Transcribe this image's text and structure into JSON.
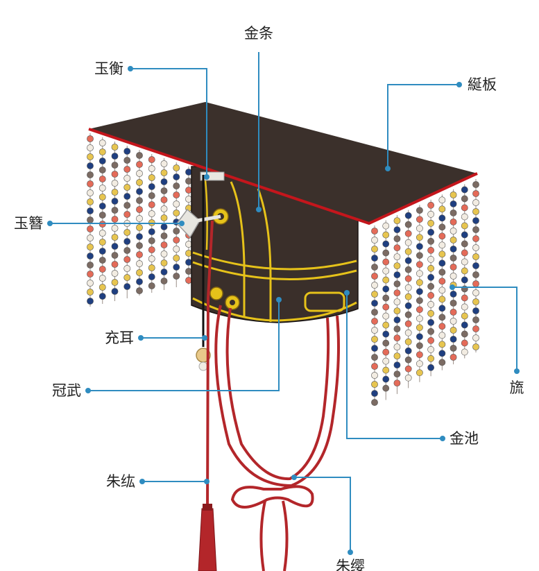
{
  "colors": {
    "leader": "#2f8cc0",
    "board": "#3b302b",
    "board_edge": "#c4161c",
    "body": "#3a2f2a",
    "gold": "#e6c21a",
    "cord": "#b3262a",
    "beads": [
      "#e46b59",
      "#f2ece2",
      "#e7c550",
      "#1f3f80",
      "#7b6b63"
    ]
  },
  "labels": {
    "jintiao": "金条",
    "yuheng": "玉衡",
    "yanban": "綖板",
    "yuzan": "玉簪",
    "chonger": "充耳",
    "guanwu": "冠武",
    "liu": "旒",
    "jinchi": "金池",
    "zhuhong": "朱纮",
    "zhuying": "朱缨"
  }
}
